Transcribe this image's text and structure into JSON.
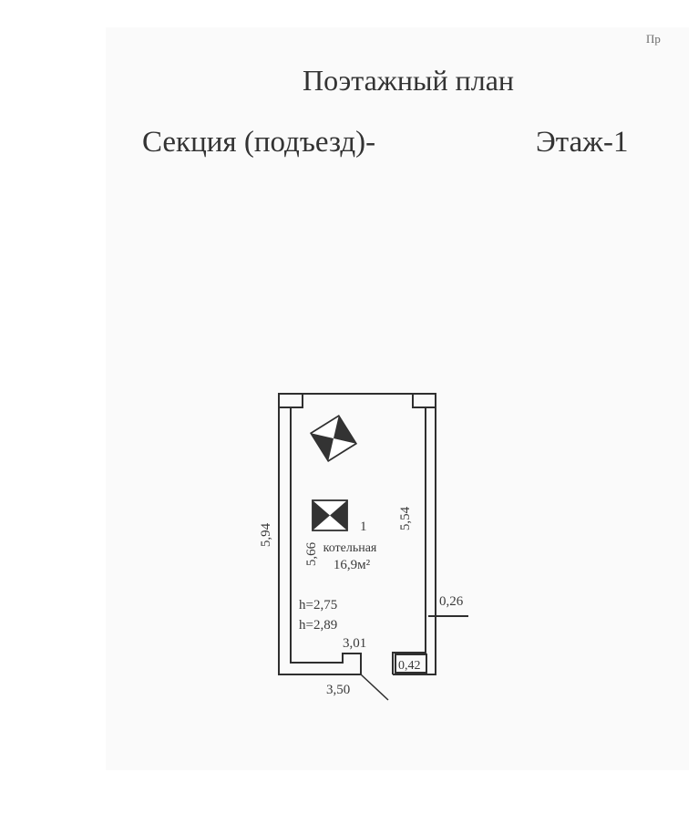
{
  "document": {
    "corner_text": "Пр",
    "title": "Поэтажный план",
    "section_label": "Секция (подъезд)-",
    "floor_label": "Этаж-1"
  },
  "plan": {
    "room": {
      "number": "1",
      "name": "котельная",
      "area": "16,9м²"
    },
    "dimensions": {
      "outer_left_length": "5,94",
      "inner_left_length": "5,66",
      "inner_right_length": "5,54",
      "wall_thickness": "0,26",
      "inner_bottom_width": "3,01",
      "outer_bottom_width": "3,50",
      "corner_niche": "0,42"
    },
    "heights": {
      "h1": "h=2,75",
      "h2": "h=2,89"
    },
    "symbols": [
      "boiler-symbol-rotated",
      "boiler-symbol"
    ],
    "colors": {
      "line": "#2f2f2f",
      "fill": "#333333",
      "page": "#fafafa"
    }
  }
}
